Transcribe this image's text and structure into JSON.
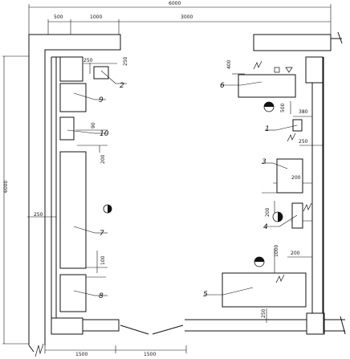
{
  "dimensions": {
    "top_total": "6000",
    "top_500": "500",
    "top_1000": "1000",
    "top_3000": "3000",
    "left_total": "6000",
    "bottom_1500_a": "1500",
    "bottom_1500_b": "1500",
    "d_250_top": "250",
    "d_250_left_v": "250",
    "d_400": "400",
    "d_500": "500",
    "d_380": "380",
    "d_250_right": "250",
    "d_90": "90",
    "d_200_left": "200",
    "d_250_wall": "250",
    "d_200_item3": "200",
    "d_200_item4": "200",
    "d_100": "100",
    "d_1000": "1000",
    "d_200_item5": "200",
    "d_250_bottom": "250"
  },
  "items": {
    "n1": "1",
    "n2": "2",
    "n3": "3",
    "n4": "4",
    "n5": "5",
    "n6": "6",
    "n7": "7",
    "n8": "8",
    "n9": "9",
    "n10": "10"
  }
}
